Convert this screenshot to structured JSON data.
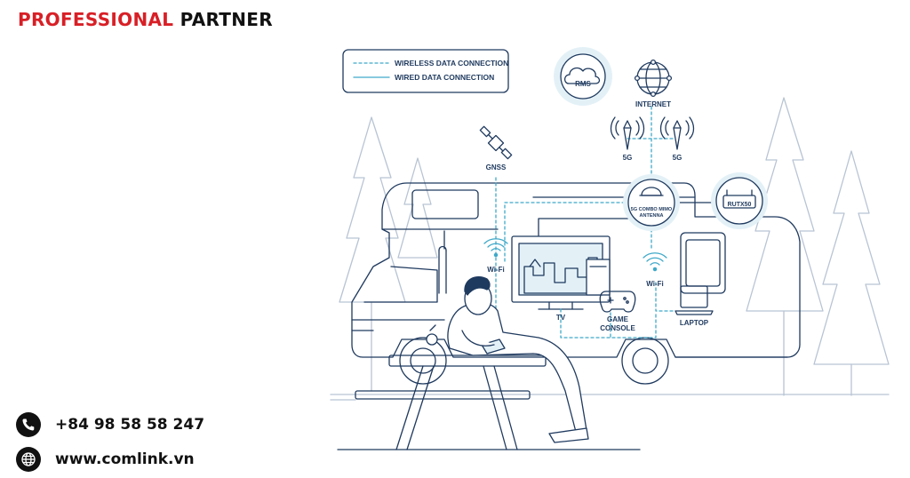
{
  "header": {
    "brand_part1": "PROFESSIONAL",
    "brand_part2": "PARTNER"
  },
  "contacts": {
    "phone": "+84 98 58 58 247",
    "website": "www.comlink.vn"
  },
  "legend": {
    "wireless": "WIRELESS DATA CONNECTION",
    "wired": "WIRED DATA CONNECTION"
  },
  "nodes": {
    "rms": "RMS",
    "internet": "INTERNET",
    "tower_left": "5G",
    "tower_right": "5G",
    "gnss": "GNSS",
    "antenna_line1": "5G COMBO MIMO",
    "antenna_line2": "ANTENNA",
    "router": "RUTX50",
    "wifi_left": "Wi-Fi",
    "wifi_right": "Wi-Fi",
    "tv": "TV",
    "console_line1": "GAME",
    "console_line2": "CONSOLE",
    "laptop": "LAPTOP"
  },
  "colors": {
    "brand_red": "#d81f26",
    "line": "#1f3a5f",
    "accent": "#3fa9c9",
    "glow": "#e3f1f7"
  }
}
